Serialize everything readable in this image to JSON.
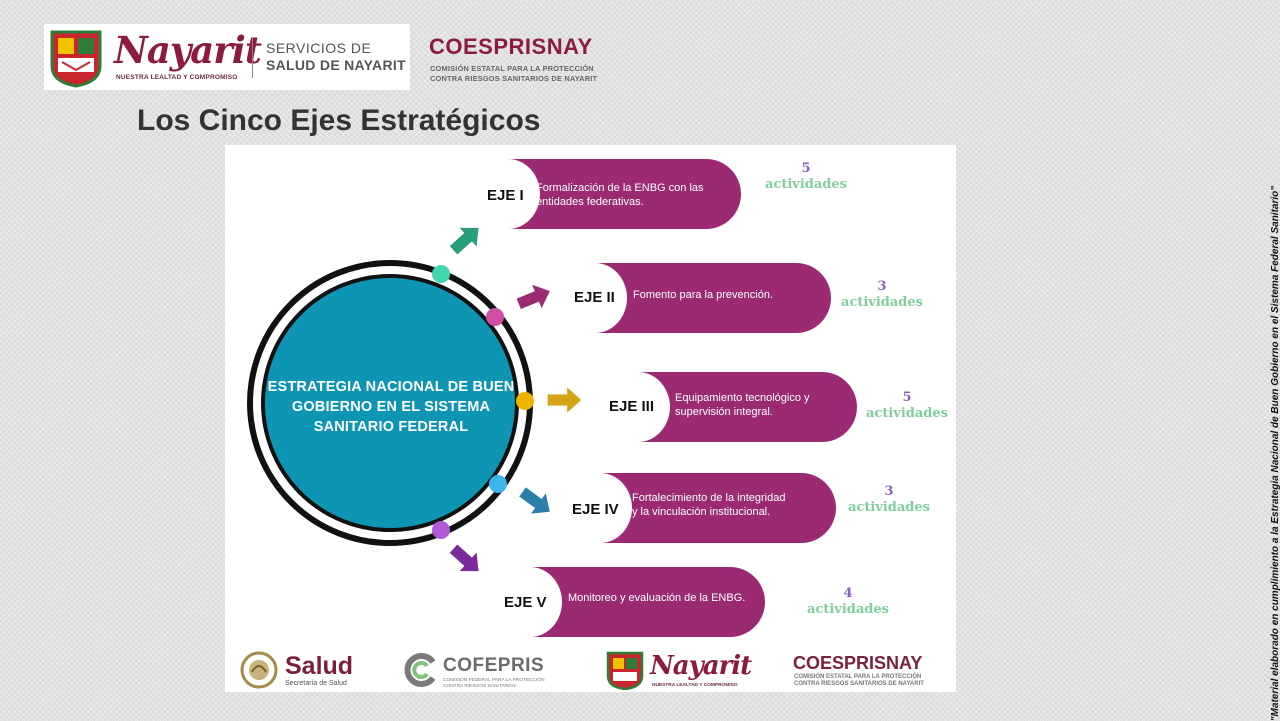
{
  "header": {
    "brand_name": "Nayarit",
    "brand_tagline": "NUESTRA LEALTAD Y COMPROMISO",
    "services_line1": "SERVICIOS DE",
    "services_line2": "SALUD DE NAYARIT",
    "coesprisnay_name": "COESPRISNAY",
    "coesprisnay_sub1": "COMISIÓN ESTATAL PARA LA PROTECCIÓN",
    "coesprisnay_sub2": "CONTRA RIESGOS SANITARIOS DE NAYARIT"
  },
  "slide": {
    "title": "Los Cinco Ejes Estratégicos",
    "center_circle_text": "ESTRATEGIA NACIONAL DE BUEN GOBIERNO EN EL SISTEMA SANITARIO FEDERAL",
    "side_note": "\"Material elaborado en cumplimiento a la Estrategia Nacional de Buen Gobierno en el Sistema Federal Sanitario\""
  },
  "ejes": [
    {
      "label": "EJE I",
      "description": "Formalización de la ENBG con las entidades federativas.",
      "activity_count": "5",
      "activity_label": "actividades",
      "arrow_color": "#2a9d7c",
      "dot_color": "#3fd6b0"
    },
    {
      "label": "EJE II",
      "description": "Fomento para la prevención.",
      "activity_count": "3",
      "activity_label": "actividades",
      "arrow_color": "#9b2a72",
      "dot_color": "#d14ea6"
    },
    {
      "label": "EJE III",
      "description": "Equipamiento tecnológico y supervisión integral.",
      "activity_count": "5",
      "activity_label": "actividades",
      "arrow_color": "#d4a514",
      "dot_color": "#f0b400"
    },
    {
      "label": "EJE IV",
      "description": "Fortalecimiento de la integridad y la vinculación institucional.",
      "activity_count": "3",
      "activity_label": "actividades",
      "arrow_color": "#2a7ea8",
      "dot_color": "#3cb6ea"
    },
    {
      "label": "EJE V",
      "description": "Monitoreo y evaluación de la ENBG.",
      "activity_count": "4",
      "activity_label": "actividades",
      "arrow_color": "#7a2a9a",
      "dot_color": "#b05ad6"
    }
  ],
  "footer": {
    "salud_name": "Salud",
    "salud_sub": "Secretaría de Salud",
    "cofepris_name": "COFEPRIS",
    "cofepris_sub1": "COMISIÓN FEDERAL PARA LA PROTECCIÓN",
    "cofepris_sub2": "CONTRA RIESGOS SANITARIOS",
    "nayarit_name": "Nayarit",
    "nayarit_sub": "NUESTRA LEALTAD Y COMPROMISO",
    "coesprisnay_name": "COESPRISNAY",
    "coesprisnay_sub1": "COMISIÓN ESTATAL PARA LA PROTECCIÓN",
    "coesprisnay_sub2": "CONTRA RIESGOS SANITARIOS DE NAYARIT"
  },
  "colors": {
    "pill": "#9b2a72",
    "circle": "#0f95b4",
    "brand": "#8c1b3e"
  }
}
